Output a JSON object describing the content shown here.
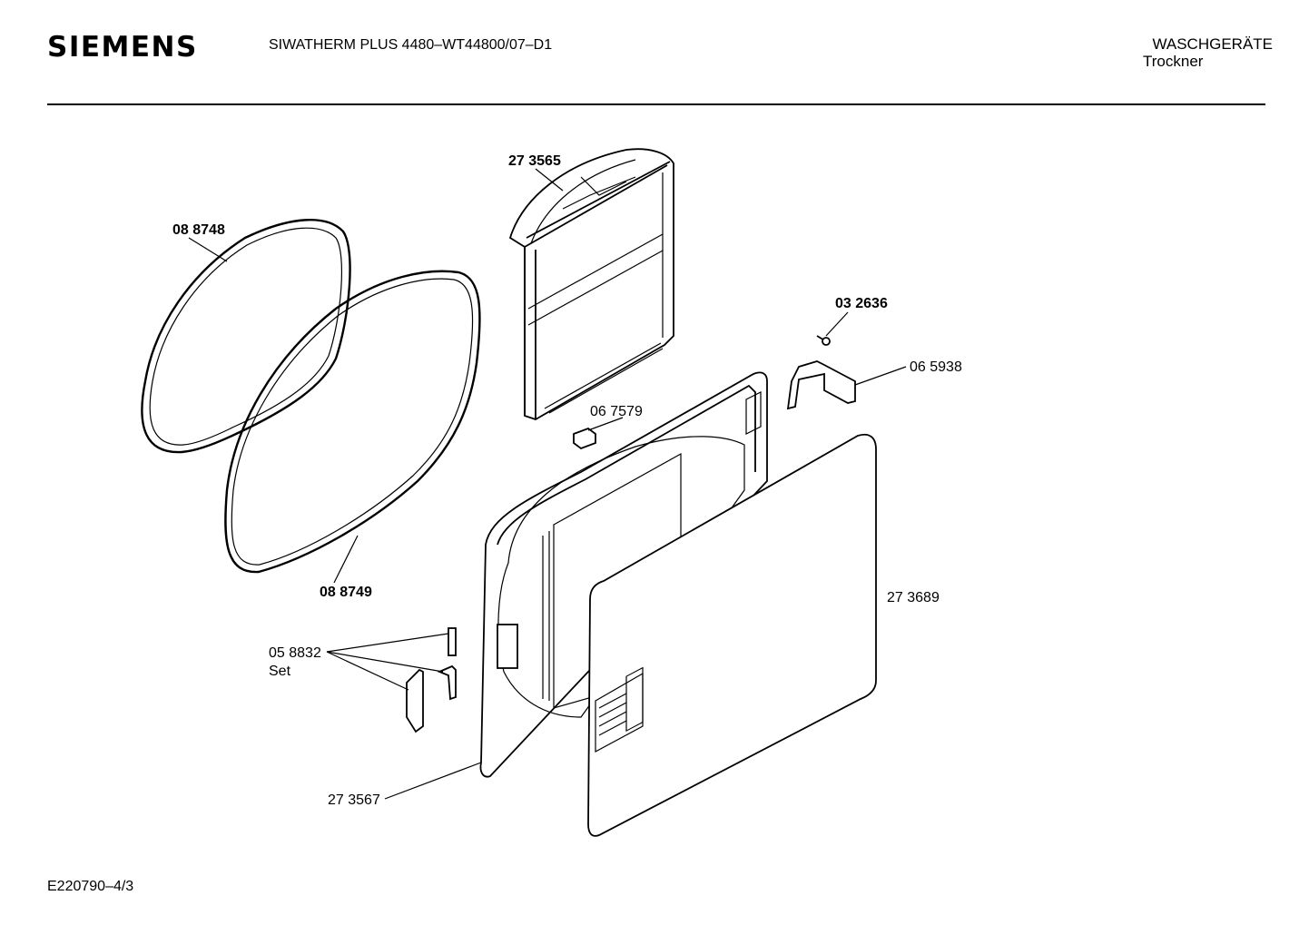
{
  "header": {
    "brand": "SIEMENS",
    "model": "SIWATHERM PLUS 4480–WT44800/07–D1",
    "category": "WASCHGERÄTE",
    "subcategory": "Trockner"
  },
  "footer": {
    "doc_id": "E220790–4/3"
  },
  "parts": [
    {
      "number": "08 8748",
      "bold": true
    },
    {
      "number": "27 3565",
      "bold": true
    },
    {
      "number": "03 2636",
      "bold": true
    },
    {
      "number": "06 5938",
      "bold": false
    },
    {
      "number": "06 7579",
      "bold": false
    },
    {
      "number": "08 8749",
      "bold": true
    },
    {
      "number": "27 3689",
      "bold": false
    },
    {
      "number": "05 8832",
      "bold": false,
      "note": "Set"
    },
    {
      "number": "27 3567",
      "bold": false
    }
  ]
}
